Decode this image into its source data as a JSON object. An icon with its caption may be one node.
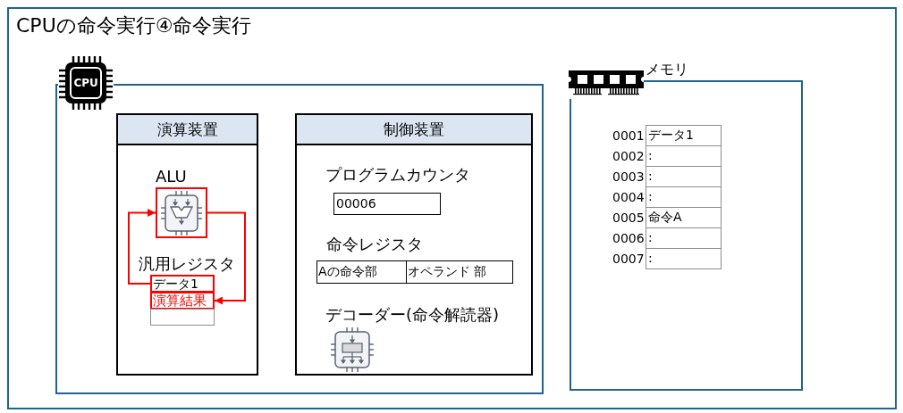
{
  "diagram": {
    "title": "CPUの命令実行④命令実行",
    "nodes": [
      {
        "text": [
          "CPU"
        ]
      },
      {
        "text": [
          "演算装置"
        ],
        "in": 0
      },
      {
        "text": [
          "ALU"
        ],
        "in": 1
      },
      {
        "text": [
          "汎用レジスタ"
        ],
        "in": 1
      },
      {
        "text": [
          "データ1"
        ],
        "in": 3
      },
      {
        "text": [
          "演算結果"
        ],
        "in": 3
      },
      {
        "text": [],
        "shape": "box",
        "in": 3
      },
      {
        "text": [
          "制御装置"
        ],
        "in": 0
      },
      {
        "text": [
          "プログラムカウンタ",
          "00006"
        ],
        "in": 7
      },
      {
        "text": [
          "命令レジスタ"
        ],
        "in": 7
      },
      {
        "text": [
          "Aの命令部"
        ],
        "in": 9
      },
      {
        "text": [
          "オペランド 部"
        ],
        "in": 9
      },
      {
        "text": [
          "デコーダー(命令解読器)"
        ],
        "in": 7
      },
      {
        "text": [
          "メモリ"
        ]
      }
    ],
    "edges": [
      {
        "from": 4,
        "to": 2,
        "arrow": "to"
      },
      {
        "from": 2,
        "to": 5,
        "arrow": "to"
      }
    ],
    "labels": [
      "0001",
      "データ1",
      "0002",
      ":",
      "0003",
      ":",
      "0004",
      ":",
      "0005",
      "命令A",
      "0006",
      ":",
      "0007",
      ":"
    ]
  }
}
